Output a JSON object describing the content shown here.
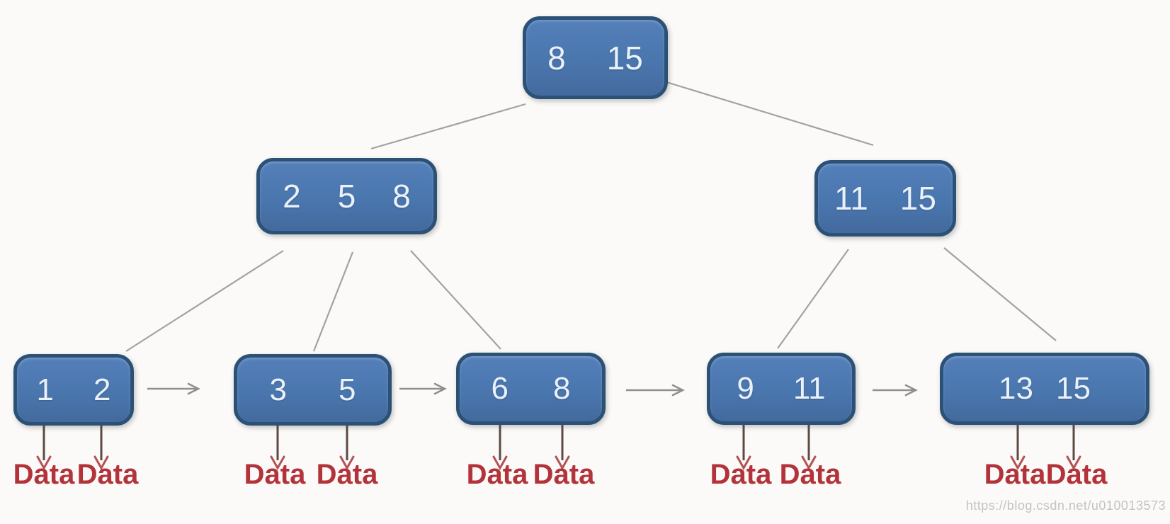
{
  "tree": {
    "type": "b-plus-tree",
    "root": {
      "keys": [
        "8",
        "15"
      ]
    },
    "internal": [
      {
        "id": "internal-left",
        "keys": [
          "2",
          "5",
          "8"
        ]
      },
      {
        "id": "internal-right",
        "keys": [
          "11",
          "15"
        ]
      }
    ],
    "leaves": [
      {
        "id": "leaf-1",
        "keys": [
          "1",
          "2"
        ]
      },
      {
        "id": "leaf-2",
        "keys": [
          "3",
          "5"
        ]
      },
      {
        "id": "leaf-3",
        "keys": [
          "6",
          "8"
        ]
      },
      {
        "id": "leaf-4",
        "keys": [
          "9",
          "11"
        ]
      },
      {
        "id": "leaf-5",
        "keys": [
          "13",
          "15"
        ]
      }
    ],
    "leaf_pointer_label": "Data"
  },
  "watermark": {
    "text": "https://blog.csdn.net/u010013573"
  },
  "colors": {
    "node_fill": "#4a76ae",
    "node_border": "#2b5176",
    "node_text": "#e9f1fa",
    "tree_edge": "#a2a2a2",
    "leaf_link_arrow": "#8f8f8f",
    "data_arrow_stem": "#5d4a44",
    "data_arrow_head": "#b25252",
    "data_label": "#b2333a",
    "watermark": "#b9b9b9",
    "background": "#fbfaf8"
  }
}
